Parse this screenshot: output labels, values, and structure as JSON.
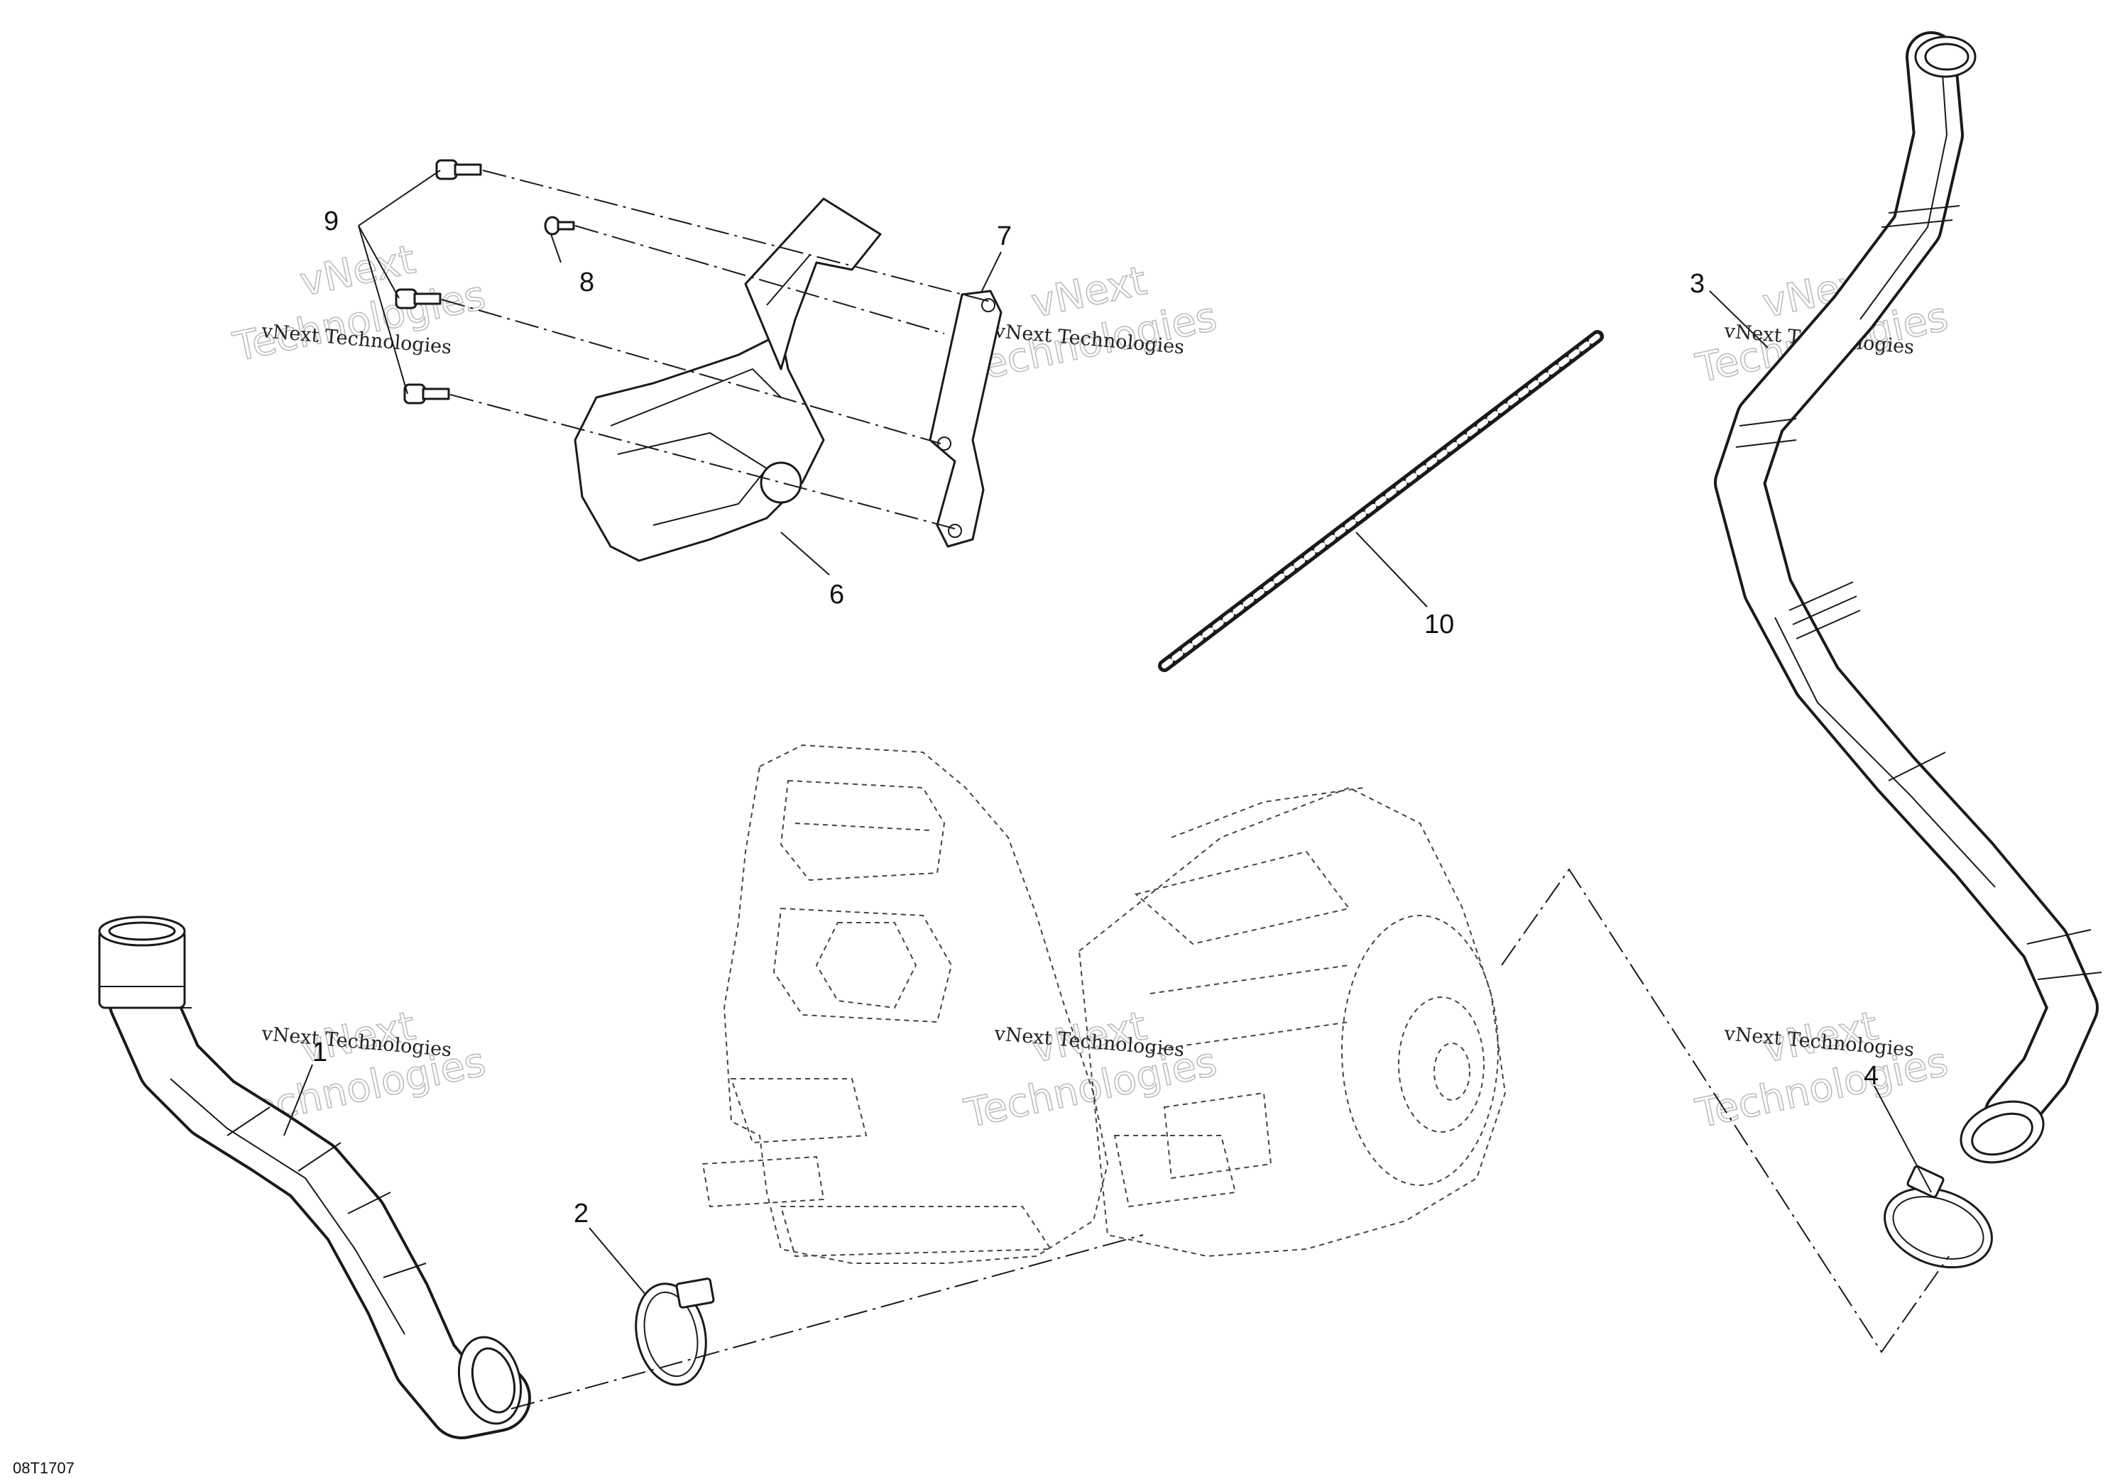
{
  "diagram": {
    "drawing_code": "08T1707",
    "callouts": [
      {
        "id": "callout-1",
        "label": "1"
      },
      {
        "id": "callout-2",
        "label": "2"
      },
      {
        "id": "callout-3",
        "label": "3"
      },
      {
        "id": "callout-4",
        "label": "4"
      },
      {
        "id": "callout-6",
        "label": "6"
      },
      {
        "id": "callout-7",
        "label": "7"
      },
      {
        "id": "callout-8",
        "label": "8"
      },
      {
        "id": "callout-9",
        "label": "9"
      },
      {
        "id": "callout-10",
        "label": "10"
      }
    ],
    "watermark": {
      "line1": "vNext",
      "line2": "vNext Technologies",
      "line3": "Technologies"
    }
  }
}
